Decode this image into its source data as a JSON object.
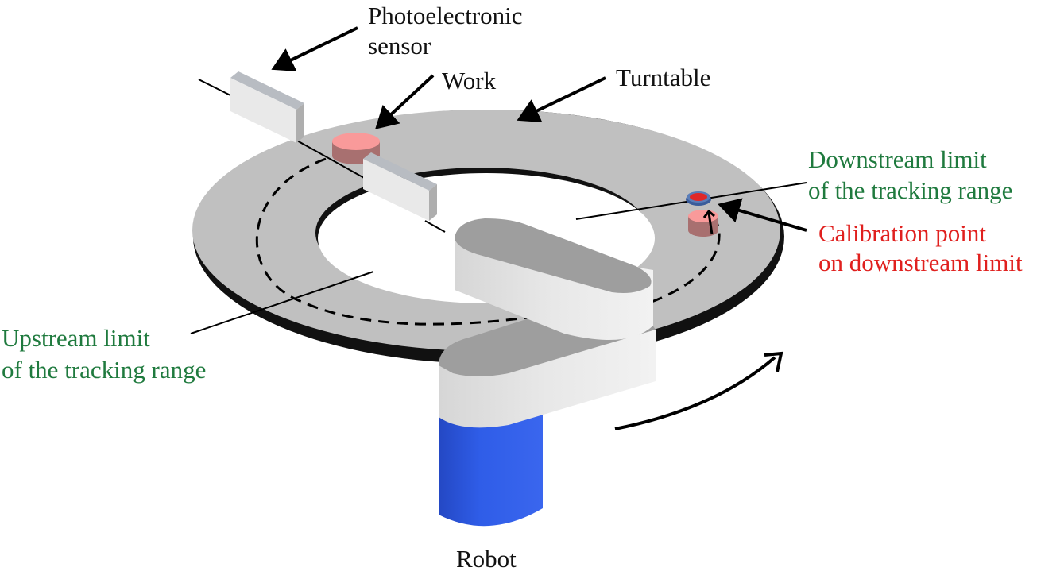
{
  "title": "Turntable conveyor tracking setup",
  "labels": {
    "sensor_line1": "Photoelectronic",
    "sensor_line2": "sensor",
    "work": "Work",
    "turntable": "Turntable",
    "downstream_line1": "Downstream limit",
    "downstream_line2": "of the tracking range",
    "calibration_line1": "Calibration point",
    "calibration_line2": "on downstream limit",
    "upstream_line1": "Upstream limit",
    "upstream_line2": "of the tracking range",
    "robot": "Robot"
  },
  "colors": {
    "label_black": "#111111",
    "label_green": "#1f7a3e",
    "label_red": "#e0201e",
    "turntable": "#c0c0c0",
    "work": "#f99a9a",
    "calibration_point": "#e02828",
    "robot_base": "#2d5be3",
    "robot_arm": "#e6e6e6"
  },
  "rotation_direction": "counter-clockwise"
}
